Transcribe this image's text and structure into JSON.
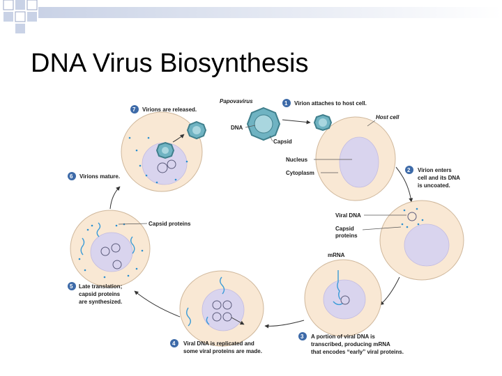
{
  "slide": {
    "title": "DNA Virus Biosynthesis"
  },
  "steps": [
    {
      "number": "1",
      "lines": [
        "Virion attaches to host cell."
      ]
    },
    {
      "number": "2",
      "lines": [
        "Virion enters",
        "cell and its DNA",
        "is uncoated."
      ]
    },
    {
      "number": "3",
      "lines": [
        "A portion of viral DNA is",
        "transcribed, producing mRNA",
        "that encodes “early” viral proteins."
      ]
    },
    {
      "number": "4",
      "lines": [
        "Viral DNA is replicated and",
        "some viral proteins are made."
      ]
    },
    {
      "number": "5",
      "lines": [
        "Late translation;",
        "capsid proteins",
        "are synthesized."
      ]
    },
    {
      "number": "6",
      "lines": [
        "Virions mature."
      ]
    },
    {
      "number": "7",
      "lines": [
        "Virions are released."
      ]
    }
  ],
  "labels": {
    "papovavirus": "Papovavirus",
    "dna": "DNA",
    "capsid": "Capsid",
    "host_cell": "Host cell",
    "nucleus": "Nucleus",
    "cytoplasm": "Cytoplasm",
    "viral_dna": "Viral DNA",
    "capsid_proteins_line1": "Capsid",
    "capsid_proteins_line2": "proteins",
    "mrna": "mRNA",
    "capsid_proteins_left": "Capsid proteins"
  },
  "colors": {
    "step_badge": "#3d6aa8",
    "cytoplasm": "#f9e8d4",
    "nucleus": "#d9d4ee",
    "virus_capsid": "#6fb3c2",
    "rna": "#3a9bd8"
  }
}
